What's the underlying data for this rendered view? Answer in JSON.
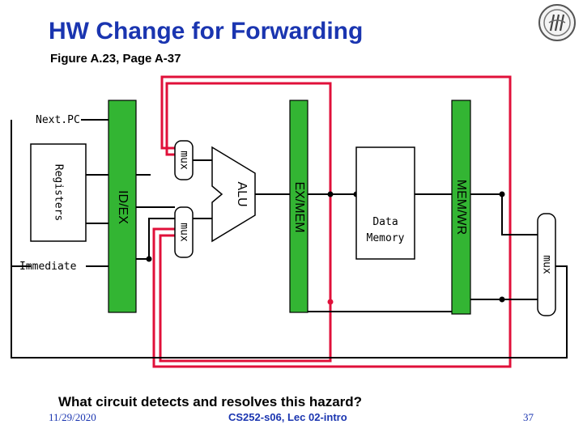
{
  "slide": {
    "title": "HW Change for Forwarding",
    "subtitle": "Figure A.23, Page A-37",
    "question": "What circuit detects and resolves this hazard?"
  },
  "diagram": {
    "next_pc": "Next.PC",
    "registers": "Registers",
    "immediate": "Immediate",
    "id_ex": "ID/EX",
    "ex_mem": "EX/MEM",
    "mem_wr": "MEM/WR",
    "alu": "ALU",
    "mux_top": "mux",
    "mux_bottom": "mux",
    "mux_right": "mux",
    "data_memory_line1": "Data",
    "data_memory_line2": "Memory"
  },
  "footer": {
    "date": "11/29/2020",
    "course": "CS252-s06, Lec 02-intro",
    "page": "37"
  },
  "colors": {
    "title": "#1a35b0",
    "pipeline_register": "#33b533",
    "forwarding_path": "#e0103a",
    "wire": "#000000"
  }
}
